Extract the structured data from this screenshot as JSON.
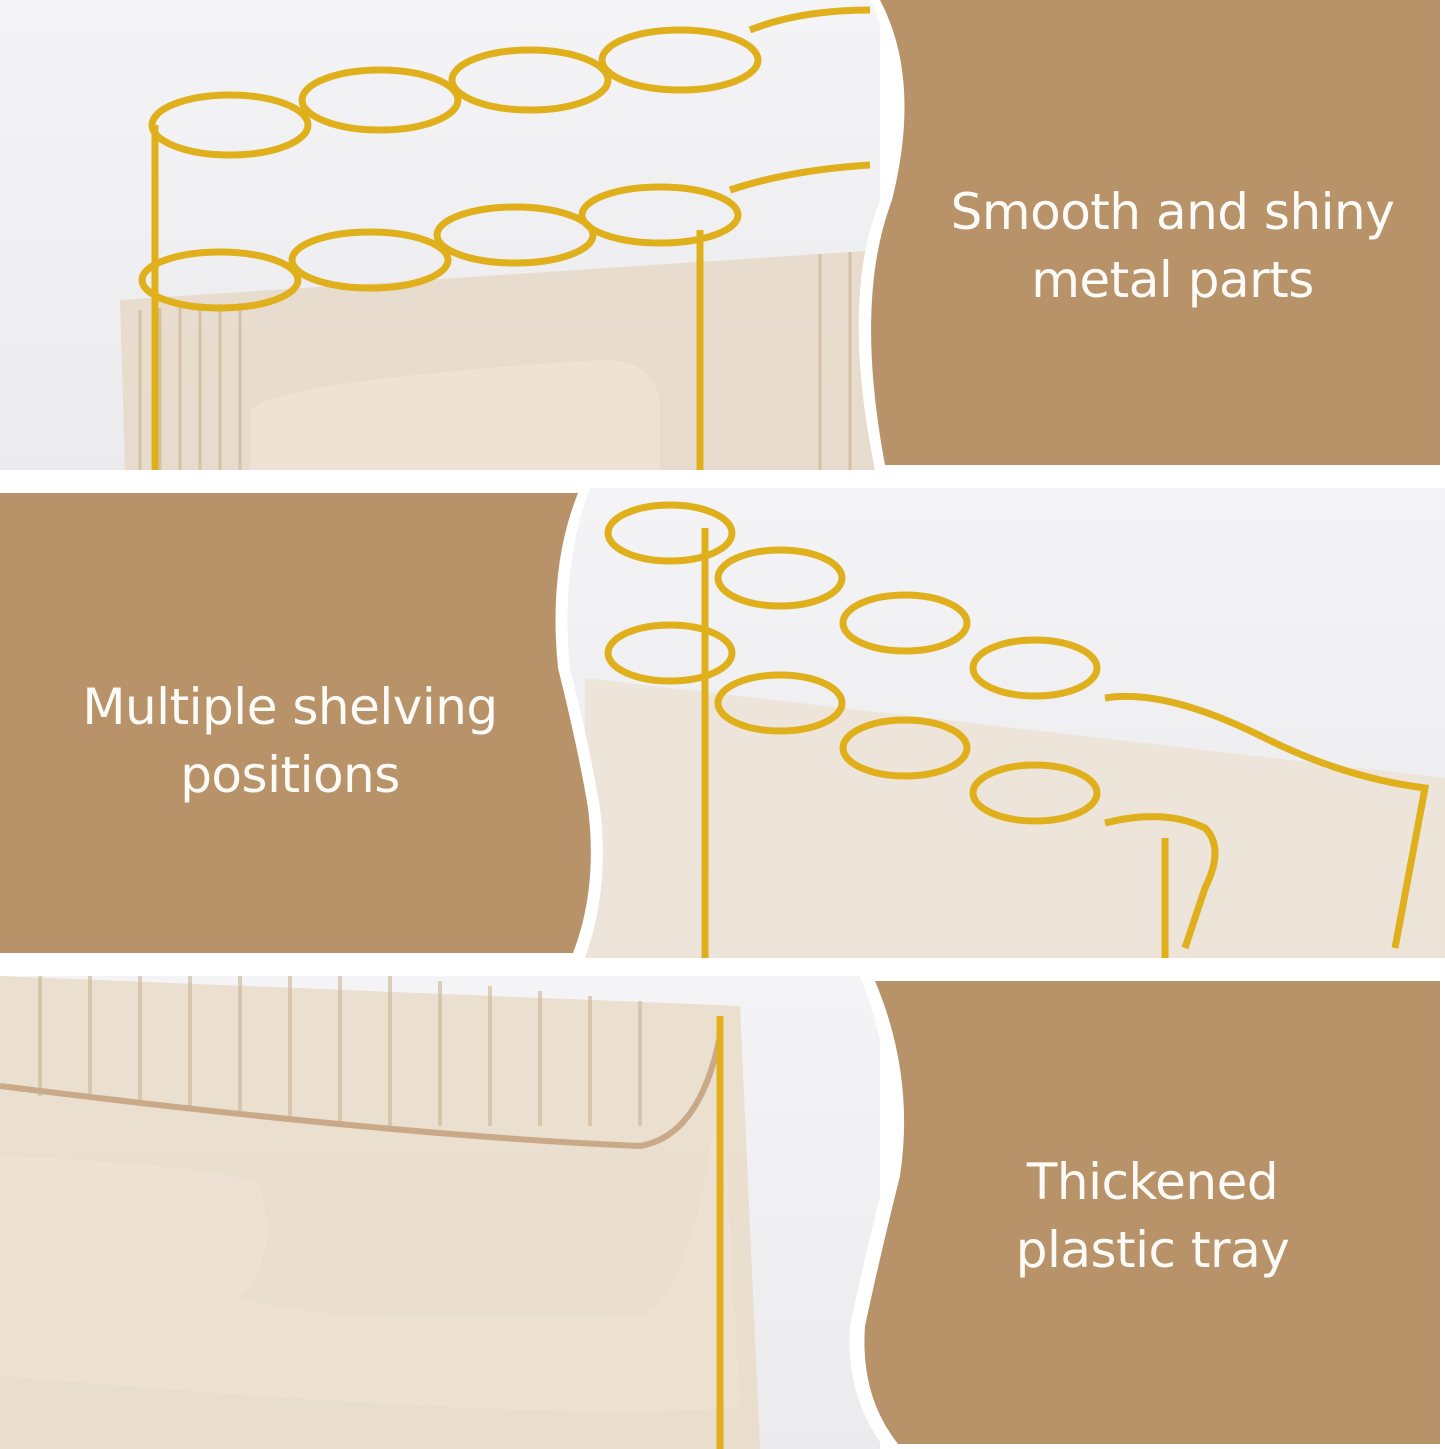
{
  "colors": {
    "panel": "#b89369",
    "gold": "#e0b01c",
    "tray": "#d9c3a6",
    "background": "#ffffff",
    "text": "#fdfbf7"
  },
  "features": [
    {
      "caption_line1": "Smooth and shiny",
      "caption_line2": "metal parts",
      "image": "gold-ring-rack-top-view",
      "panel_side": "right"
    },
    {
      "caption_line1": "Multiple shelving",
      "caption_line2": "positions",
      "image": "gold-ring-rack-shelf-view",
      "panel_side": "left"
    },
    {
      "caption_line1": "Thickened",
      "caption_line2": "plastic tray",
      "image": "plastic-tray-closeup",
      "panel_side": "right"
    }
  ]
}
